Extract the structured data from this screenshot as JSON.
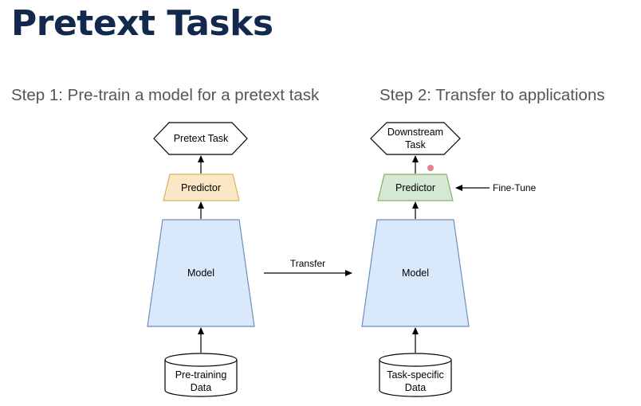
{
  "slide": {
    "title": "Pretext Tasks"
  },
  "steps": [
    {
      "heading": "Step 1: Pre-train a model for a pretext task",
      "task": [
        "Pretext Task"
      ],
      "predictor": "Predictor",
      "model": "Model",
      "data": [
        "Pre-training",
        "Data"
      ]
    },
    {
      "heading": "Step 2: Transfer to applications",
      "task": [
        "Downstream",
        "Task"
      ],
      "predictor": "Predictor",
      "model": "Model",
      "data": [
        "Task-specific",
        "Data"
      ],
      "finetune_label": "Fine-Tune"
    }
  ],
  "transfer_label": "Transfer",
  "colors": {
    "title": "#12284c",
    "step1_predictor_fill": "#fbe6c6",
    "step1_predictor_stroke": "#d6b656",
    "step2_predictor_fill": "#d5e8d4",
    "step2_predictor_stroke": "#82b366",
    "model_fill": "#dae8fc",
    "model_stroke": "#6c8ebf",
    "cursor_dot": "#e6667a"
  }
}
